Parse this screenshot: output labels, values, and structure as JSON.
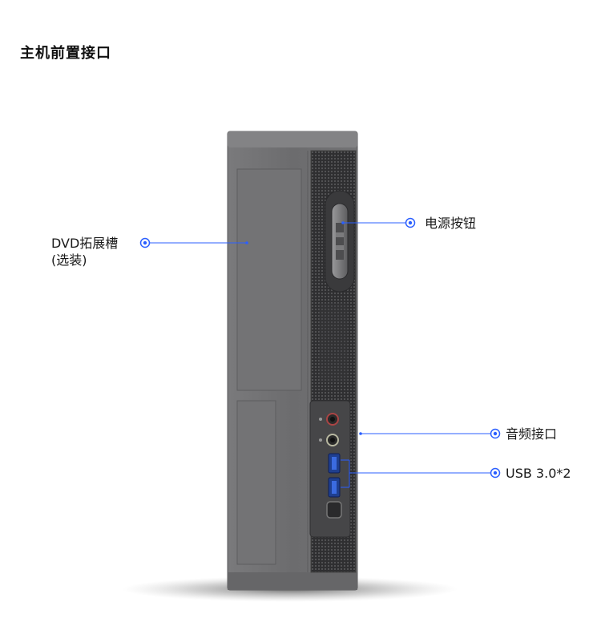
{
  "page": {
    "title": "主机前置接口"
  },
  "callouts": {
    "dvd_line1": "DVD拓展槽",
    "dvd_line2": "(选装)",
    "power": "电源按钮",
    "audio": "音频接口",
    "usb": "USB 3.0*2"
  },
  "colors": {
    "accent": "#2b5fff",
    "case_body": "#6e6e70",
    "case_panel": "#737375",
    "mesh": "#3e3e40"
  }
}
